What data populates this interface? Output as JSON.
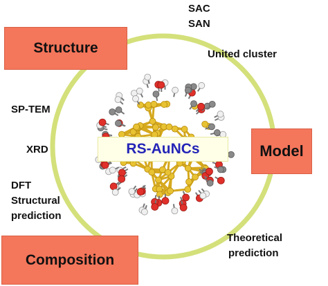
{
  "center_label": "RS-AuNCs",
  "boxes": {
    "structure": "Structure",
    "model": "Model",
    "composition": "Composition"
  },
  "labels": {
    "sac": "SAC",
    "san": "SAN",
    "united_cluster": "United cluster",
    "sp_tem": "SP-TEM",
    "xrd": "XRD",
    "dft_line1": "DFT",
    "dft_line2": "Structural",
    "dft_line3": "prediction",
    "theoretical_line1": "Theoretical",
    "theoretical_line2": "prediction"
  },
  "colors": {
    "box_fill": "#f4765b",
    "ring": "#d4e07a",
    "center_text": "#2424b8",
    "gold": "#e8c232",
    "oxygen": "#e0302a",
    "hydrogen": "#f0f0f0",
    "carbon": "#8a8a8a"
  }
}
